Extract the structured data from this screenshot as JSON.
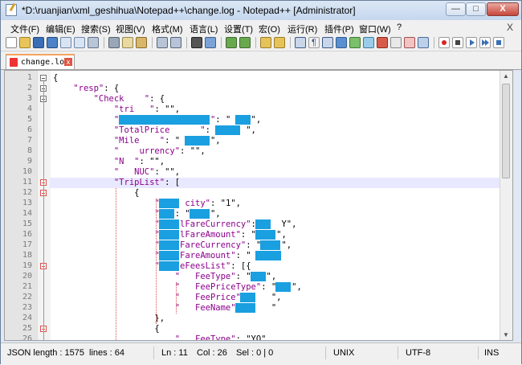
{
  "window": {
    "title": "*D:\\ruanjian\\xml_geshihua\\Notepad++\\change.log - Notepad++ [Administrator]",
    "min_symbol": "—",
    "max_symbol": "□",
    "close_symbol": "X"
  },
  "menu": {
    "items": [
      "文件(F)",
      "编辑(E)",
      "搜索(S)",
      "视图(V)",
      "格式(M)",
      "语言(L)",
      "设置(T)",
      "宏(O)",
      "运行(R)",
      "插件(P)",
      "窗口(W)",
      "?"
    ],
    "close_symbol": "X"
  },
  "tab": {
    "label": "change.log",
    "close_symbol": "x"
  },
  "editor": {
    "current_line": 11,
    "lines": [
      {
        "n": "1",
        "t": "{"
      },
      {
        "n": "2",
        "t": "    \"resp\": {"
      },
      {
        "n": "3",
        "t": "        \"Check    \": {"
      },
      {
        "n": "4",
        "t": "            \"tri   \": \"\","
      },
      {
        "n": "5",
        "t": "            \"                  \": \"   Y\","
      },
      {
        "n": "6",
        "t": "            \"TotalPrice      \": \"     \","
      },
      {
        "n": "7",
        "t": "            \"Mile    \": \"      \","
      },
      {
        "n": "8",
        "t": "            \"    urrency\": \"\","
      },
      {
        "n": "9",
        "t": "            \"N  \": \"\","
      },
      {
        "n": "10",
        "t": "            \"   NUC\": \"\","
      },
      {
        "n": "11",
        "t": "            \"TripList\": ["
      },
      {
        "n": "12",
        "t": "                {"
      },
      {
        "n": "13",
        "t": "                    \"     city\": \"1\","
      },
      {
        "n": "14",
        "t": "                    \"  \": \"    \","
      },
      {
        "n": "15",
        "t": "                    \"    lFareCurrency\": \"   Y\","
      },
      {
        "n": "16",
        "t": "                    \"    lFareAmount\": \"    \","
      },
      {
        "n": "17",
        "t": "                    \"    FareCurrency\": \"    \","
      },
      {
        "n": "18",
        "t": "                    \"    FareAmount\": \"    \","
      },
      {
        "n": "19",
        "t": "                    \"    eFeesList\": [{"
      },
      {
        "n": "20",
        "t": "                        \"   FeeType\": \"   \","
      },
      {
        "n": "21",
        "t": "                        \"   FeePriceType\": \"   \","
      },
      {
        "n": "22",
        "t": "                        \"   FeePrice\": \"   \","
      },
      {
        "n": "23",
        "t": "                        \"   FeeName\": \"    \""
      },
      {
        "n": "24",
        "t": "                    },"
      },
      {
        "n": "25",
        "t": "                    {"
      },
      {
        "n": "26",
        "t": "                        \"   FeeType\": \"YQ\","
      }
    ]
  },
  "status": {
    "json_length": "JSON length : 1575",
    "lines": "lines : 64",
    "ln": "Ln : 11",
    "col": "Col : 26",
    "sel": "Sel : 0 | 0",
    "eol": "UNIX",
    "encoding": "UTF-8",
    "mode": "INS"
  },
  "colors": {
    "redaction": "#1a9fe0",
    "current_line": "#e8e8ff",
    "fold_guide": "#d9534f"
  }
}
